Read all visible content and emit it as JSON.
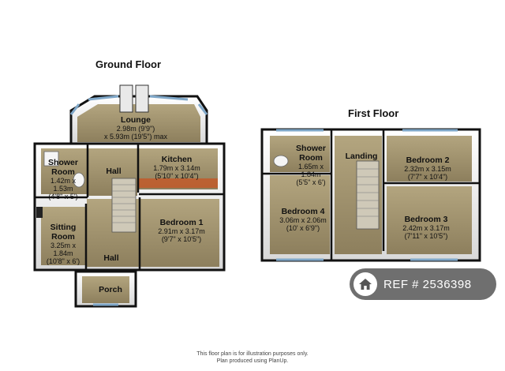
{
  "floors": {
    "ground": {
      "title": "Ground Floor",
      "rooms": {
        "lounge": {
          "name": "Lounge",
          "dims": [
            "2.98m (9'9\")",
            "x 5.93m (19'5\") max"
          ]
        },
        "shower": {
          "name": "Shower Room",
          "dims": [
            "1.42m x 1.53m",
            "(4'8\" x 5')"
          ]
        },
        "hall_upper": {
          "name": "Hall",
          "dims": []
        },
        "kitchen": {
          "name": "Kitchen",
          "dims": [
            "1.79m x 3.14m",
            "(5'10\" x 10'4\")"
          ]
        },
        "bedroom1": {
          "name": "Bedroom 1",
          "dims": [
            "2.91m x 3.17m",
            "(9'7\" x 10'5\")"
          ]
        },
        "sitting": {
          "name": "Sitting Room",
          "dims": [
            "3.25m x 1.84m",
            "(10'8\" x 6')"
          ]
        },
        "hall_lower": {
          "name": "Hall",
          "dims": []
        },
        "porch": {
          "name": "Porch",
          "dims": []
        }
      }
    },
    "first": {
      "title": "First Floor",
      "rooms": {
        "shower": {
          "name": "Shower Room",
          "dims": [
            "1.65m x 1.84m",
            "(5'5\" x 6')"
          ]
        },
        "landing": {
          "name": "Landing",
          "dims": []
        },
        "bedroom2": {
          "name": "Bedroom 2",
          "dims": [
            "2.32m x 3.15m",
            "(7'7\" x 10'4\")"
          ]
        },
        "bedroom4": {
          "name": "Bedroom 4",
          "dims": [
            "3.06m x 2.06m",
            "(10' x 6'9\")"
          ]
        },
        "bedroom3": {
          "name": "Bedroom 3",
          "dims": [
            "2.42m x 3.17m",
            "(7'11\" x 10'5\")"
          ]
        }
      }
    }
  },
  "reference": {
    "label": "REF # 2536398",
    "icon": "home-icon"
  },
  "footer": {
    "line1": "This floor plan is for illustration purposes only.",
    "line2": "Plan produced using PlanUp."
  },
  "colors": {
    "wall": "#111111",
    "floor": "#9e8f6e",
    "floor_light": "#b9ac8a",
    "wall_face": "#f2f2f2",
    "stairs": "#c9c3b3"
  }
}
